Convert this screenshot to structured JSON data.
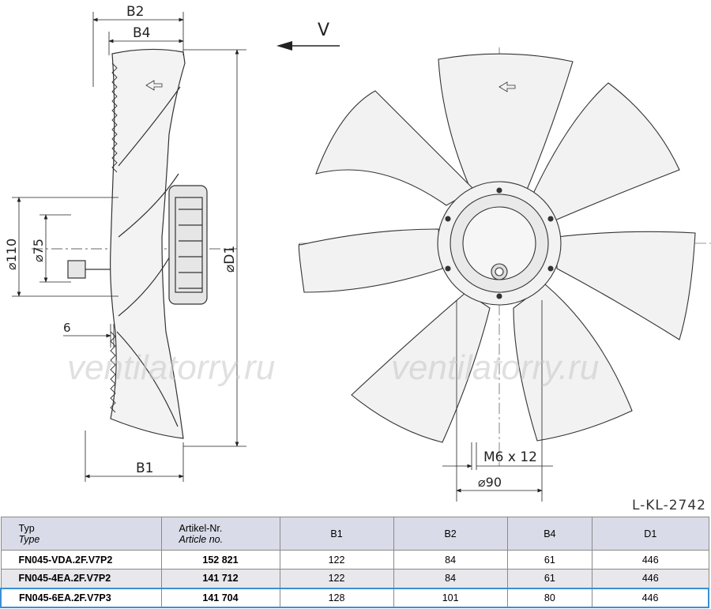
{
  "drawing": {
    "dims": {
      "b2": "B2",
      "b4": "B4",
      "b1": "B1",
      "d1": "⌀D1",
      "d110": "⌀110",
      "d75": "⌀75",
      "six": "6",
      "v": "V",
      "m6": "M6 x 12",
      "d90": "⌀90"
    },
    "code": "L-KL-2742",
    "watermark": "ventilatorry.ru"
  },
  "table": {
    "headers": {
      "type": "Typ",
      "type_sub": "Type",
      "article": "Artikel-Nr.",
      "article_sub": "Article no.",
      "b1": "B1",
      "b2": "B2",
      "b4": "B4",
      "d1": "D1"
    },
    "rows": [
      {
        "type": "FN045-VDA.2F.V7P2",
        "article": "152 821",
        "b1": "122",
        "b2": "84",
        "b4": "61",
        "d1": "446"
      },
      {
        "type": "FN045-4EA.2F.V7P2",
        "article": "141 712",
        "b1": "122",
        "b2": "84",
        "b4": "61",
        "d1": "446"
      },
      {
        "type": "FN045-6EA.2F.V7P3",
        "article": "141 704",
        "b1": "128",
        "b2": "101",
        "b4": "80",
        "d1": "446"
      }
    ]
  }
}
